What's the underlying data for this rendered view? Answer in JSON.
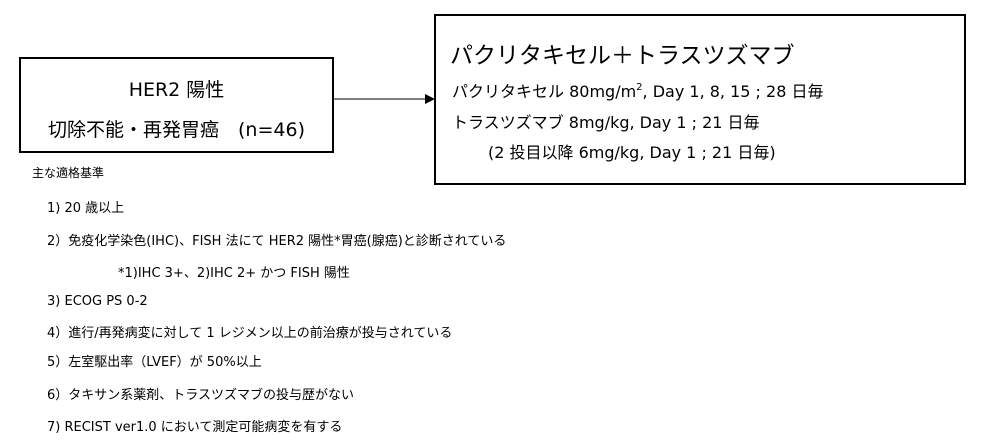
{
  "left_box": {
    "line1": "HER2 陽性",
    "line2": "切除不能・再発胃癌　(n=46)"
  },
  "right_box": {
    "title": "パクリタキセル＋トラスツズマブ",
    "row1_pre": "パクリタキセル  80mg/m",
    "row1_sup": "2",
    "row1_post": ", Day 1, 8, 15 ; 28 日毎",
    "row2": "トラスツズマブ  8mg/kg, Day 1 ; 21 日毎",
    "row3": "(2 投目以降  6mg/kg, Day 1 ; 21 日毎)"
  },
  "criteria": {
    "heading": "主な適格基準",
    "items": [
      "1) 20 歳以上",
      "2）免疫化学染色(IHC)、FISH 法にて HER2 陽性*胃癌(腺癌)と診断されている",
      "*1)IHC 3+、2)IHC 2+  かつ  FISH 陽性",
      "3) ECOG PS 0-2",
      "4）進行/再発病変に対して 1 レジメン以上の前治療が投与されている",
      "5）左室駆出率（LVEF）が 50%以上",
      "6）タキサン系薬剤、トラスツズマブの投与歴がない",
      "7) RECIST ver1.0 において測定可能病変を有する"
    ]
  }
}
